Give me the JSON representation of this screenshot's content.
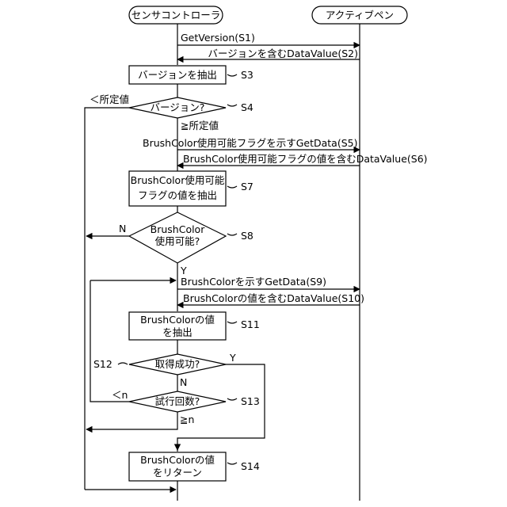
{
  "lanes": {
    "left": "センサコントローラ",
    "right": "アクティブペン"
  },
  "messages": {
    "m1": "GetVersion(S1)",
    "m2": "バージョンを含むDataValue(S2)",
    "m5": "BrushColor使用可能フラグを示すGetData(S5)",
    "m6": "BrushColor使用可能フラグの値を含むDataValue(S6)",
    "m9": "BrushColorを示すGetData(S9)",
    "m10": "BrushColorの値を含むDataValue(S10)"
  },
  "processes": {
    "s3": [
      "バージョンを抽出"
    ],
    "s7": [
      "BrushColor使用可能",
      "フラグの値を抽出"
    ],
    "s11": [
      "BrushColorの値",
      "を抽出"
    ],
    "s14": [
      "BrushColorの値",
      "をリターン"
    ]
  },
  "decisions": {
    "s4": [
      "バージョン?"
    ],
    "s8": [
      "BrushColor",
      "使用可能?"
    ],
    "s12": [
      "取得成功?"
    ],
    "s13": [
      "試行回数?"
    ]
  },
  "step_labels": {
    "s3": "S3",
    "s4": "S4",
    "s7": "S7",
    "s8": "S8",
    "s11": "S11",
    "s12": "S12",
    "s13": "S13",
    "s14": "S14"
  },
  "branch_labels": {
    "s4_low": "＜所定値",
    "s4_high": "≧所定値",
    "s8_no": "N",
    "s8_yes": "Y",
    "s12_yes": "Y",
    "s12_no": "N",
    "s13_less": "＜n",
    "s13_more": "≧n"
  }
}
